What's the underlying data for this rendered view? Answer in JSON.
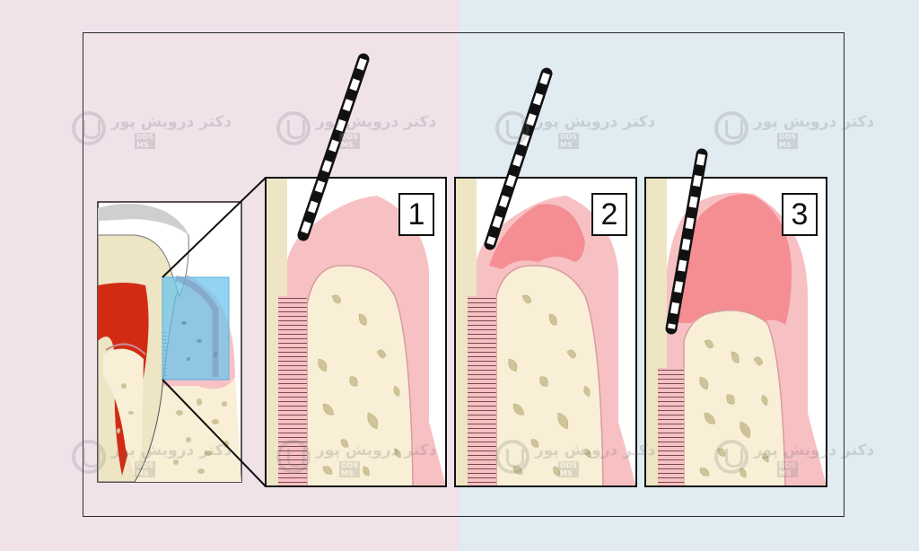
{
  "watermark": {
    "text": "دکتر درویش پور",
    "badge": "DDS MS"
  },
  "stages": [
    {
      "label": "1"
    },
    {
      "label": "2"
    },
    {
      "label": "3"
    }
  ],
  "colors": {
    "gum": "#f7c1c4",
    "inflamed_gum": "#f48e93",
    "bone": "#f8efd6",
    "tooth": "#ede5c4",
    "pulp": "#d22b14",
    "highlight": "#6ec6ee"
  }
}
